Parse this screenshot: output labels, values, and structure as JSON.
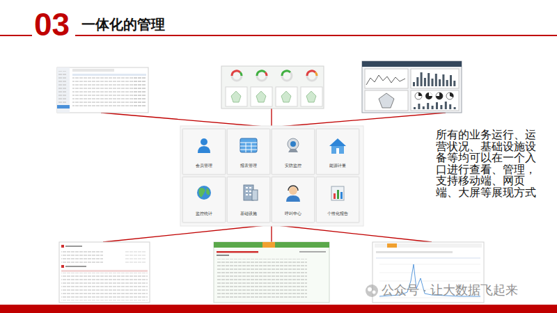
{
  "diagram": {
    "title": "一体化的管理",
    "nodes": [
      {
        "text": [
          "会员管理"
        ]
      },
      {
        "text": [
          "报表管理"
        ]
      },
      {
        "text": [
          "安防监控"
        ]
      },
      {
        "text": [
          "能源计量"
        ]
      },
      {
        "text": [
          "监控统计"
        ]
      },
      {
        "text": [
          "基础设施"
        ]
      },
      {
        "text": [
          "呼叫中心"
        ]
      },
      {
        "text": [
          "个性化报告"
        ]
      }
    ],
    "labels": [
      "03",
      "所有的业务运行、运营状况、基础设施设备等均可以在一个入口进行查看、管理，支持移动端、网页端、大屏等展现方式",
      "公众号 · 让大数据飞起来"
    ]
  }
}
